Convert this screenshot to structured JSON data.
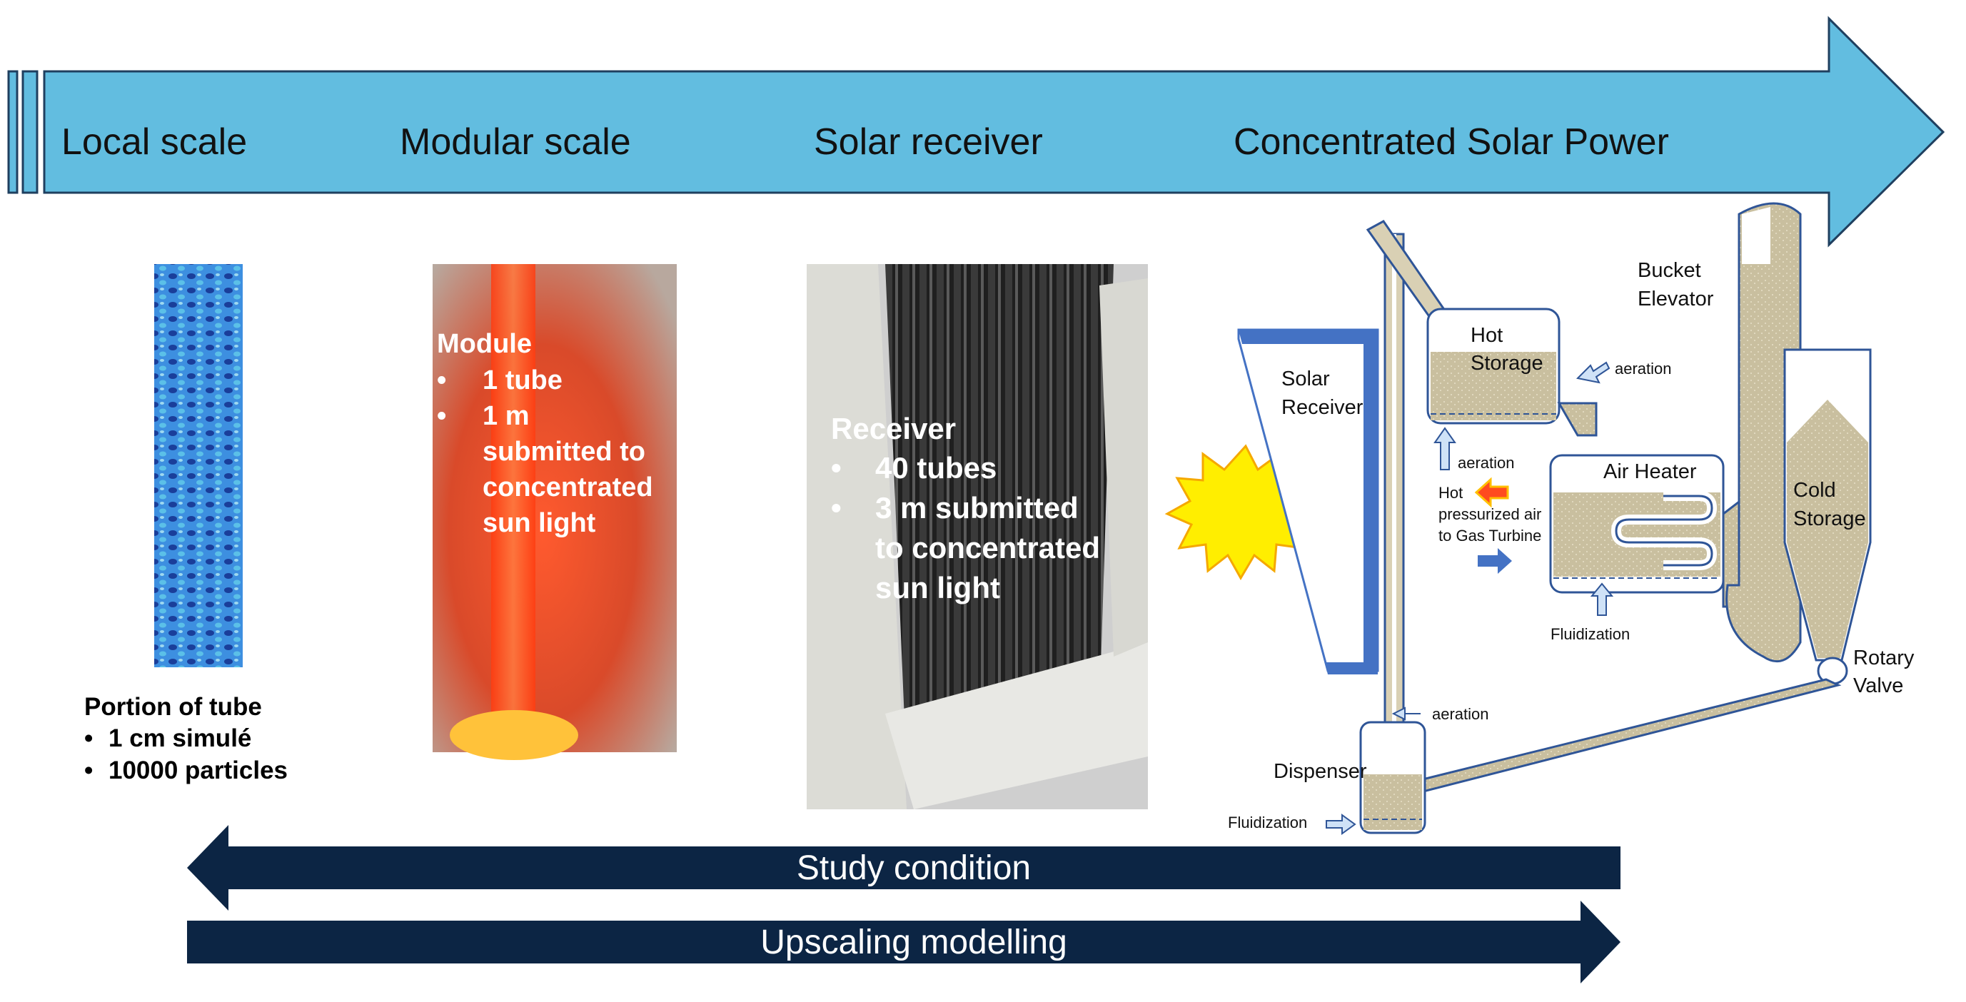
{
  "top_arrow": {
    "scales": [
      "Local scale",
      "Modular scale",
      "Solar receiver",
      "Concentrated Solar Power"
    ],
    "color": "#62bde0"
  },
  "local": {
    "caption_title": "Portion of tube",
    "caption_items": [
      "1 cm simulé",
      "10000 particles"
    ]
  },
  "module": {
    "title": "Module",
    "items": [
      {
        "bullet": "•",
        "lines": [
          "1 tube"
        ]
      },
      {
        "bullet": "•",
        "lines": [
          "1 m",
          "submitted to",
          "concentrated",
          "sun light"
        ]
      }
    ]
  },
  "receiver": {
    "title": "Receiver",
    "items": [
      {
        "bullet": "•",
        "lines": [
          "40 tubes"
        ]
      },
      {
        "bullet": "•",
        "lines": [
          "3 m submitted",
          "to concentrated",
          "sun light"
        ]
      }
    ]
  },
  "csp_diagram": {
    "labels": {
      "solar_receiver": [
        "Solar",
        "Receiver"
      ],
      "hot_storage": [
        "Hot",
        "Storage"
      ],
      "bucket_elevator": [
        "Bucket",
        "Elevator"
      ],
      "air_heater": "Air Heater",
      "cold_storage": [
        "Cold",
        "Storage"
      ],
      "rotary_valve": [
        "Rotary",
        "Valve"
      ],
      "dispenser": "Dispenser",
      "aeration_hot": "aeration",
      "aeration_mid": "aeration",
      "aeration_dispenser": "aeration",
      "fluidization_heater": "Fluidization",
      "fluidization_dispenser": "Fluidization",
      "hot_air": [
        "Hot",
        "pressurized air",
        "to Gas Turbine"
      ]
    },
    "colors": {
      "receiver_blue": "#4472c4",
      "particles": "#c9bf9f",
      "outline": "#2f5597",
      "sun": "#ffee00"
    }
  },
  "bottom_arrows": {
    "study": "Study condition",
    "upscaling": "Upscaling modelling",
    "color": "#0c2544"
  }
}
